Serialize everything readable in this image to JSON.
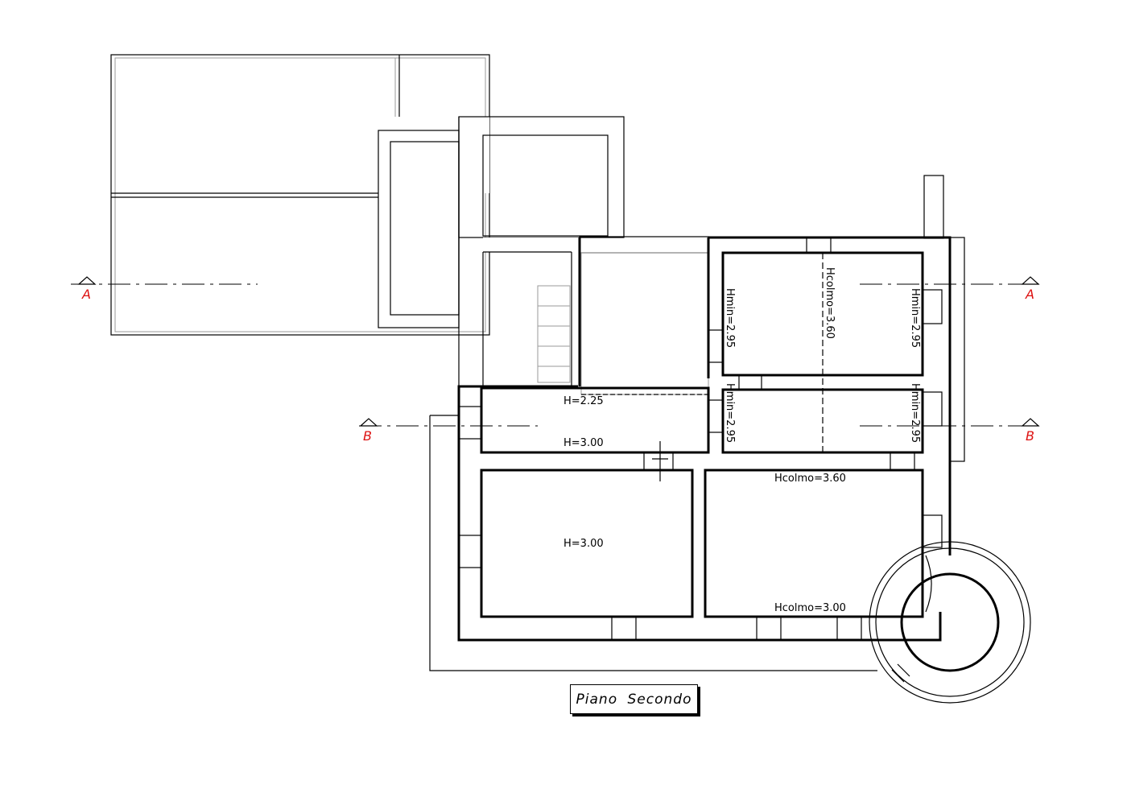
{
  "plan": {
    "title": "Piano Secondo",
    "section_markers": {
      "a": "A",
      "b": "B"
    },
    "room_labels": {
      "corridor_h_low": "H=2.25",
      "corridor_h": "H=3.00",
      "room_sw_h": "H=3.00",
      "room_se_top": "Hcolmo=3.60",
      "room_se_bottom": "Hcolmo=3.00",
      "room_ne_left": "Hmin=2.95",
      "room_ne_center": "Hcolmo=3.60",
      "room_ne_right": "Hmin=2.95",
      "room_e_left": "Hmin=2.95",
      "room_e_right": "Hmin=2.95"
    }
  }
}
